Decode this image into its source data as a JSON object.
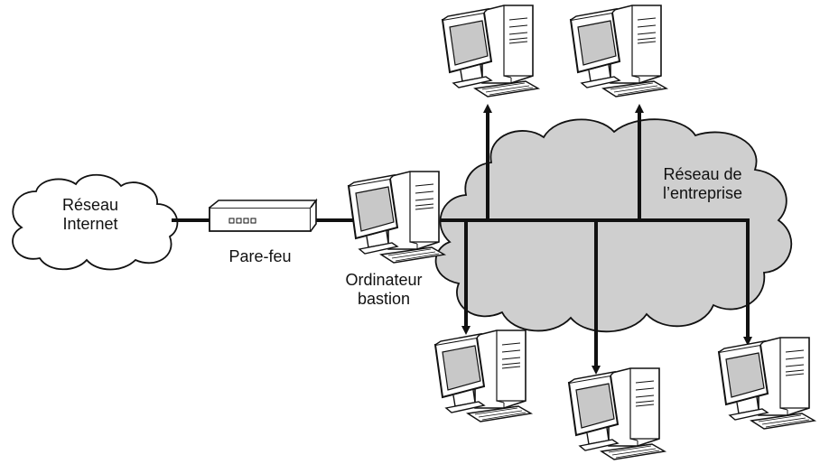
{
  "labels": {
    "internet_line1": "Réseau",
    "internet_line2": "Internet",
    "firewall": "Pare-feu",
    "bastion_line1": "Ordinateur",
    "bastion_line2": "bastion",
    "enterprise_line1": "Réseau de",
    "enterprise_line2": "l’entreprise"
  },
  "colors": {
    "cloud_internet_fill": "#ffffff",
    "cloud_enterprise_fill": "#cfcfcf",
    "line": "#111111",
    "screen": "#c8c8c8",
    "case": "#ffffff"
  },
  "icons": {
    "computer": "desktop-computer-icon",
    "firewall": "firewall-device-icon",
    "cloud": "cloud-icon"
  }
}
